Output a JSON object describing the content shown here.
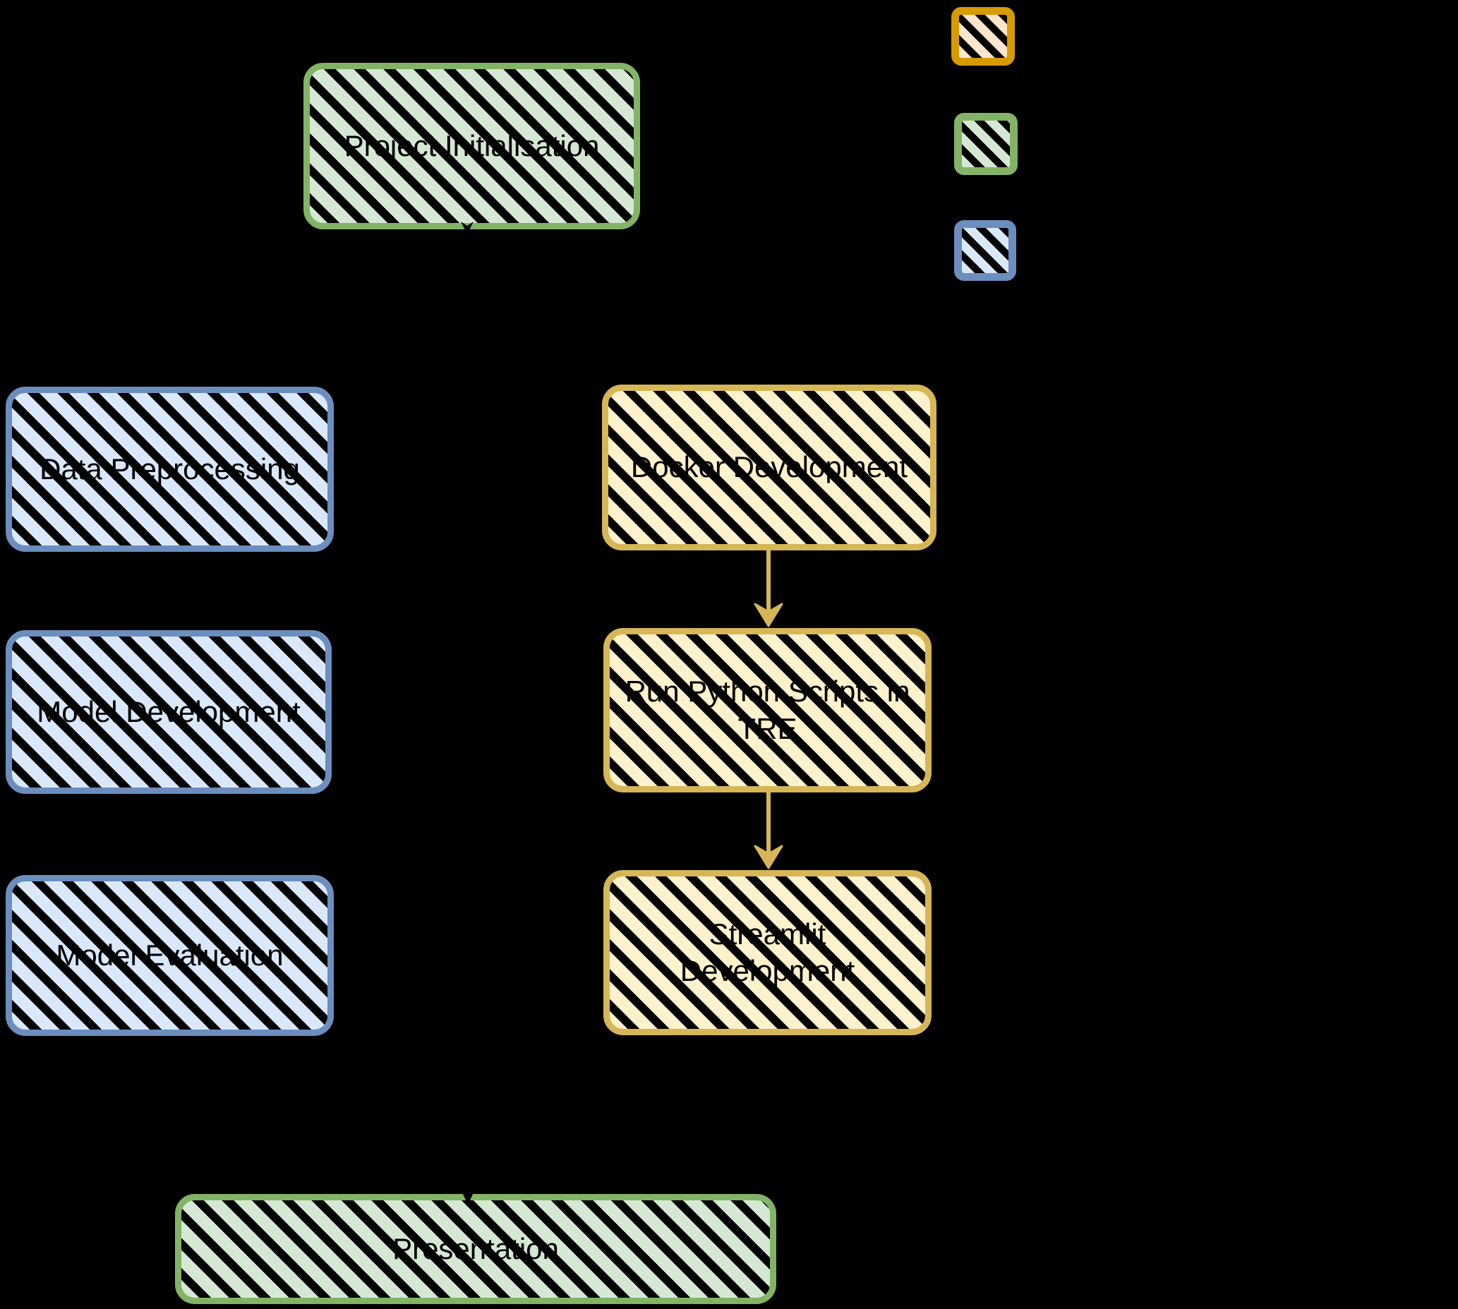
{
  "canvas": {
    "background": "#000000",
    "style": "sketch-hachure-flowchart"
  },
  "legend": {
    "items": [
      {
        "id": "orange",
        "stroke": "#d79b00",
        "fill": "#ffe6cc"
      },
      {
        "id": "green",
        "stroke": "#82b366",
        "fill": "#d5e8d4"
      },
      {
        "id": "blue",
        "stroke": "#6c8ebf",
        "fill": "#dae8fc"
      }
    ]
  },
  "nodes": {
    "project_initialisation": {
      "label": "Project Initialisation",
      "stroke": "#82b366",
      "fill": "#d5e8d4"
    },
    "data_preprocessing": {
      "label": "Data Preprocessing",
      "stroke": "#6c8ebf",
      "fill": "#dae8fc"
    },
    "model_development": {
      "label": "Model Development",
      "stroke": "#6c8ebf",
      "fill": "#dae8fc"
    },
    "model_evaluation": {
      "label": "Model Evaluation",
      "stroke": "#6c8ebf",
      "fill": "#dae8fc"
    },
    "docker_development": {
      "label": "Docker Development",
      "stroke": "#d6b656",
      "fill": "#fff2cc"
    },
    "run_python_scripts_in_tre": {
      "label": "Run Python Scripts in\nTRE",
      "stroke": "#d6b656",
      "fill": "#fff2cc"
    },
    "streamlit_development": {
      "label": "Streamlit\nDevelopment",
      "stroke": "#d6b656",
      "fill": "#fff2cc"
    },
    "presentation": {
      "label": "Presentation",
      "stroke": "#82b366",
      "fill": "#d5e8d4"
    }
  },
  "arrows": [
    {
      "id": "docker-to-tre",
      "from": "docker_development",
      "to": "run_python_scripts_in_tre",
      "color": "#d6b656"
    },
    {
      "id": "tre-to-streamlit",
      "from": "run_python_scripts_in_tre",
      "to": "streamlit_development",
      "color": "#d6b656"
    },
    {
      "id": "arrowhead-into-presentation",
      "from": "",
      "to": "presentation",
      "color": "#000000"
    },
    {
      "id": "arrowhead-below-project",
      "from": "project_initialisation",
      "to": "",
      "color": "#000000"
    }
  ],
  "text_color": "#000000"
}
